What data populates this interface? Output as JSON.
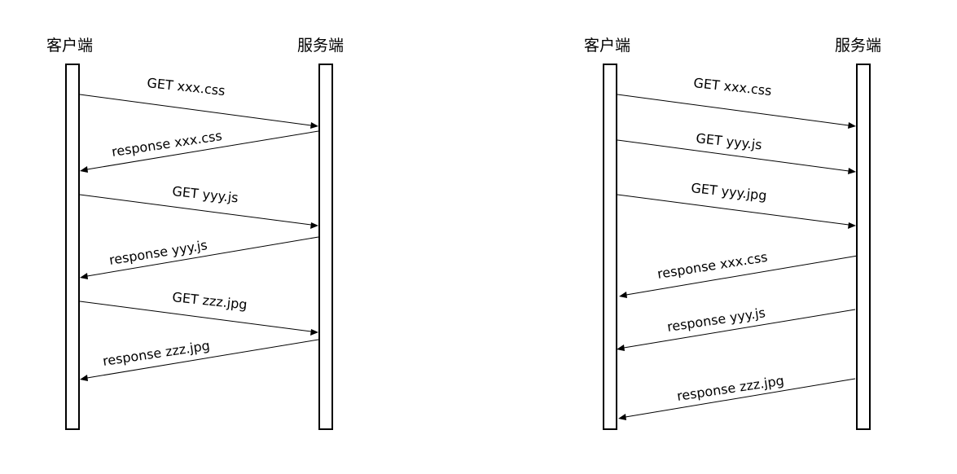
{
  "diagrams": [
    {
      "client_label": "客户端",
      "server_label": "服务端",
      "messages": [
        {
          "label": "GET xxx.css",
          "direction": "to-server"
        },
        {
          "label": "response xxx.css",
          "direction": "to-client"
        },
        {
          "label": "GET yyy.js",
          "direction": "to-server"
        },
        {
          "label": "response yyy.js",
          "direction": "to-client"
        },
        {
          "label": "GET zzz.jpg",
          "direction": "to-server"
        },
        {
          "label": "response zzz.jpg",
          "direction": "to-client"
        }
      ]
    },
    {
      "client_label": "客户端",
      "server_label": "服务端",
      "messages": [
        {
          "label": "GET xxx.css",
          "direction": "to-server"
        },
        {
          "label": "GET yyy.js",
          "direction": "to-server"
        },
        {
          "label": "GET yyy.jpg",
          "direction": "to-server"
        },
        {
          "label": "response xxx.css",
          "direction": "to-client"
        },
        {
          "label": "response yyy.js",
          "direction": "to-client"
        },
        {
          "label": "response zzz.jpg",
          "direction": "to-client"
        }
      ]
    }
  ],
  "colors": {
    "line": "#000000",
    "background": "#ffffff"
  }
}
